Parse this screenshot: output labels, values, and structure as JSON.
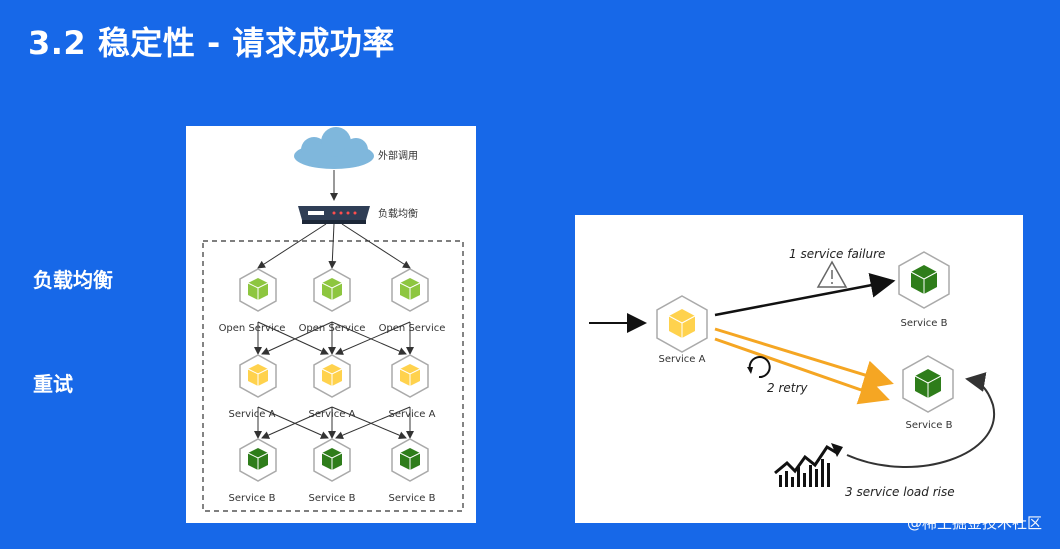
{
  "title": "3.2 稳定性 - 请求成功率",
  "side_labels": {
    "load_balance": "负载均衡",
    "retry": "重试"
  },
  "left_diagram": {
    "external_call": "外部调用",
    "load_balancer": "负载均衡",
    "row1_label": "Open Service",
    "row2_label": "Service A",
    "row3_label": "Service B"
  },
  "right_diagram": {
    "service_a": "Service A",
    "service_b_top": "Service B",
    "service_b_bottom": "Service B",
    "failure": "1 service failure",
    "retry": "2 retry",
    "load_rise": "3 service load rise"
  },
  "watermark": "@稀土掘金技术社区",
  "colors": {
    "background": "#1768e8",
    "open_service": "#8dc63f",
    "service_a": "#ffd24d",
    "service_b": "#2e7d1a",
    "retry_arrow": "#f5a623"
  }
}
